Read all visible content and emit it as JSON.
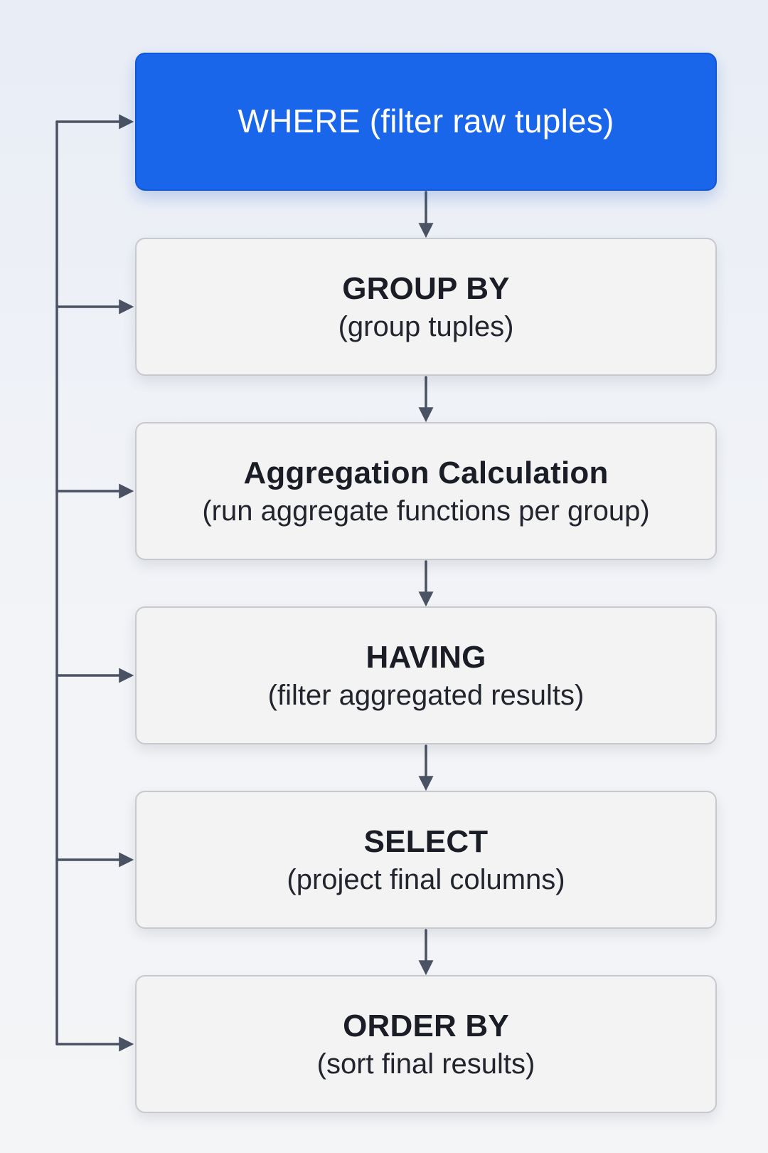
{
  "steps": [
    {
      "title": "WHERE (filter raw tuples)",
      "subtitle": "",
      "highlighted": true
    },
    {
      "title": "GROUP BY",
      "subtitle": "(group tuples)",
      "highlighted": false
    },
    {
      "title": "Aggregation Calculation",
      "subtitle": "(run aggregate functions per group)",
      "highlighted": false
    },
    {
      "title": "HAVING",
      "subtitle": "(filter aggregated results)",
      "highlighted": false
    },
    {
      "title": "SELECT",
      "subtitle": "(project final columns)",
      "highlighted": false
    },
    {
      "title": "ORDER BY",
      "subtitle": "(sort final results)",
      "highlighted": false
    }
  ],
  "colors": {
    "highlight_fill": "#1a66ea",
    "box_fill": "#f3f3f4",
    "box_border": "#c8c9cf",
    "connector": "#4a5263"
  }
}
